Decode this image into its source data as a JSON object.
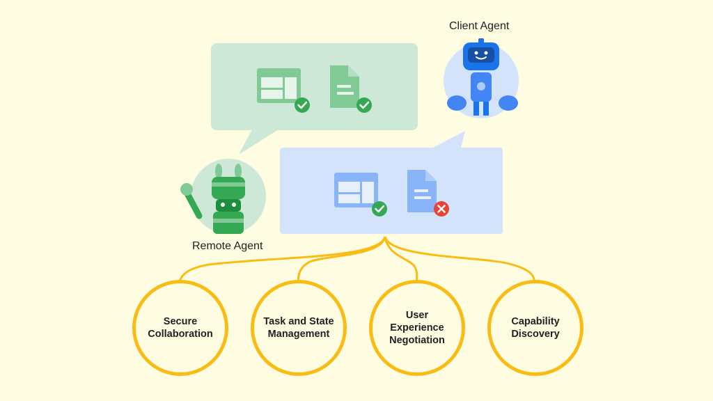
{
  "agents": {
    "client_label": "Client Agent",
    "remote_label": "Remote Agent"
  },
  "bubbles": {
    "remote_bubble": {
      "color": "#CDE8D6",
      "icons": [
        {
          "icon": "layout-window-icon",
          "status": "check-icon"
        },
        {
          "icon": "document-icon",
          "status": "check-icon"
        }
      ]
    },
    "client_bubble": {
      "color": "#D3E3FC",
      "icons": [
        {
          "icon": "layout-window-icon",
          "status": "check-icon"
        },
        {
          "icon": "document-icon",
          "status": "error-x-icon"
        }
      ]
    }
  },
  "capabilities": [
    {
      "label": "Secure\nCollaboration"
    },
    {
      "label": "Task and State\nManagement"
    },
    {
      "label": "User Experience\nNegotiation"
    },
    {
      "label": "Capability\nDiscovery"
    }
  ],
  "colors": {
    "background": "#FEFDE2",
    "connector": "#F9BC15",
    "check": "#34A853",
    "error": "#EA4335",
    "client_robot": "#1A73E8",
    "remote_robot": "#34A853"
  }
}
